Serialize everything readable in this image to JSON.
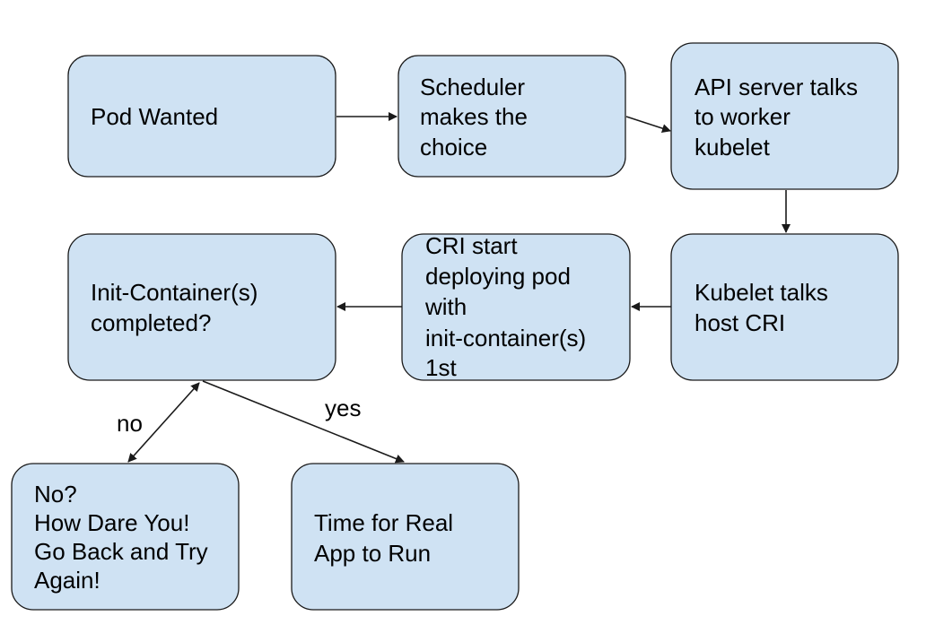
{
  "diagram": {
    "nodes": {
      "pod_wanted": {
        "lines": [
          "Pod Wanted"
        ]
      },
      "scheduler": {
        "lines": [
          "Scheduler",
          "makes the",
          "choice"
        ]
      },
      "api_server": {
        "lines": [
          "API server talks",
          "to worker",
          "kubelet"
        ]
      },
      "kubelet": {
        "lines": [
          "Kubelet talks",
          "host CRI"
        ]
      },
      "cri_start": {
        "lines": [
          "CRI start",
          "deploying pod",
          "with",
          "init-container(s)",
          "1st"
        ]
      },
      "init_completed": {
        "lines": [
          "Init-Container(s)",
          "completed?"
        ]
      },
      "no_branch": {
        "lines": [
          "No?",
          "How Dare You!",
          "Go Back and Try",
          "Again!"
        ]
      },
      "real_app": {
        "lines": [
          "Time for Real",
          "App to Run"
        ]
      }
    },
    "edge_labels": {
      "no": "no",
      "yes": "yes"
    }
  }
}
